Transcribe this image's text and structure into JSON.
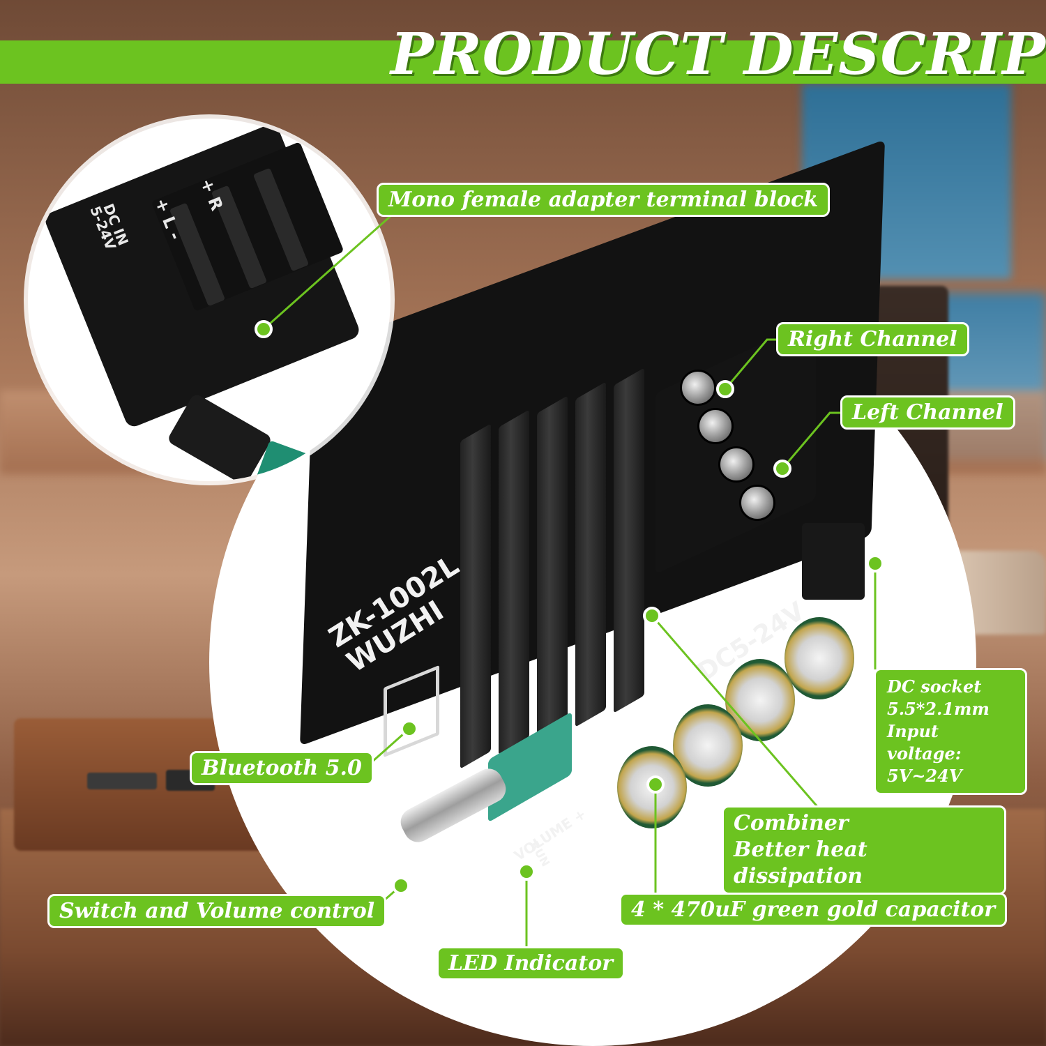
{
  "header": {
    "title": "PRODUCT DESCRIPTION"
  },
  "colors": {
    "accent_green": "#6cc320",
    "label_text": "#ffffff"
  },
  "inset": {
    "silkscreen_dc_in": "DC IN",
    "silkscreen_voltage": "5-24V",
    "silkscreen_left": "+ L -",
    "silkscreen_right": "+ R"
  },
  "board": {
    "model": "ZK-1002L",
    "brand": "WUZHI",
    "dc_marking": "DC5-24V",
    "volume_marking": "VOLUME +",
    "run_marking": "RUN"
  },
  "callouts": {
    "terminal_block": "Mono female adapter terminal block",
    "right_channel": "Right Channel",
    "left_channel": "Left Channel",
    "dc_socket_line1": "DC socket",
    "dc_socket_line2": "5.5*2.1mm",
    "dc_socket_line3": "Input voltage:",
    "dc_socket_line4": "5V~24V",
    "combiner_line1": "Combiner",
    "combiner_line2": "Better heat dissipation",
    "capacitor": "4 * 470uF green gold capacitor",
    "bluetooth": "Bluetooth 5.0",
    "switch_volume": "Switch and Volume control",
    "led": "LED Indicator"
  }
}
